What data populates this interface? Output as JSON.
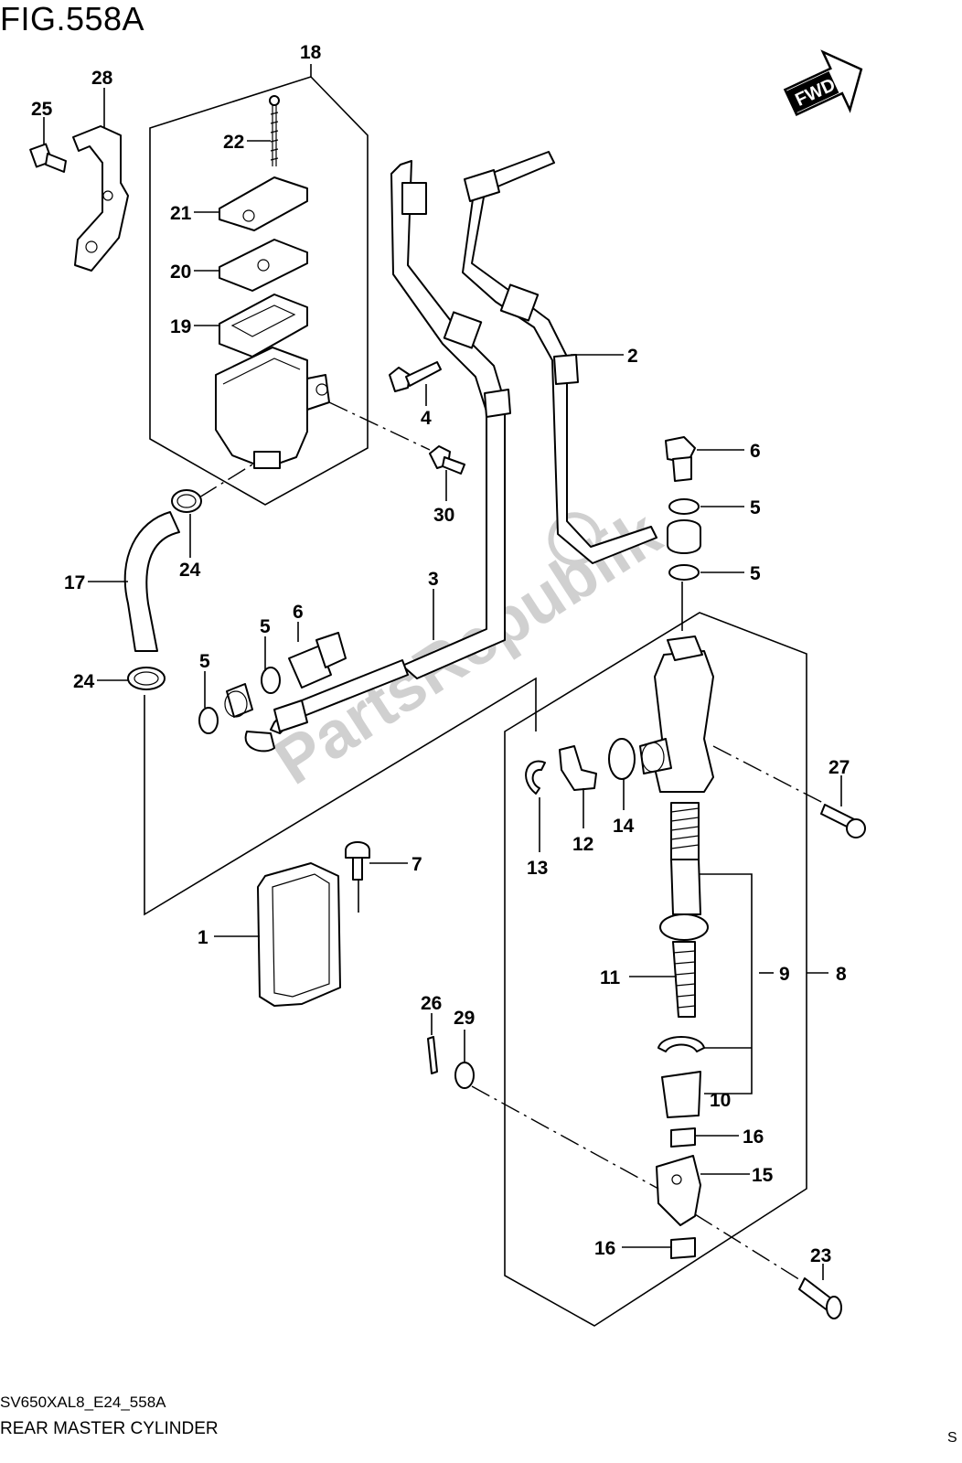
{
  "title": "FIG.558A",
  "diagram_code": "SV650XAL8_E24_558A",
  "caption": "REAR MASTER CYLINDER",
  "corner_mark": "S",
  "fwd_label": "FWD",
  "watermark": "PartsRepublik",
  "callouts": [
    "1",
    "2",
    "3",
    "4",
    "5",
    "5",
    "5",
    "5",
    "6",
    "6",
    "7",
    "8",
    "9",
    "10",
    "11",
    "12",
    "13",
    "14",
    "15",
    "16",
    "16",
    "17",
    "18",
    "19",
    "20",
    "21",
    "22",
    "23",
    "24",
    "24",
    "25",
    "26",
    "27",
    "28",
    "29",
    "30"
  ]
}
